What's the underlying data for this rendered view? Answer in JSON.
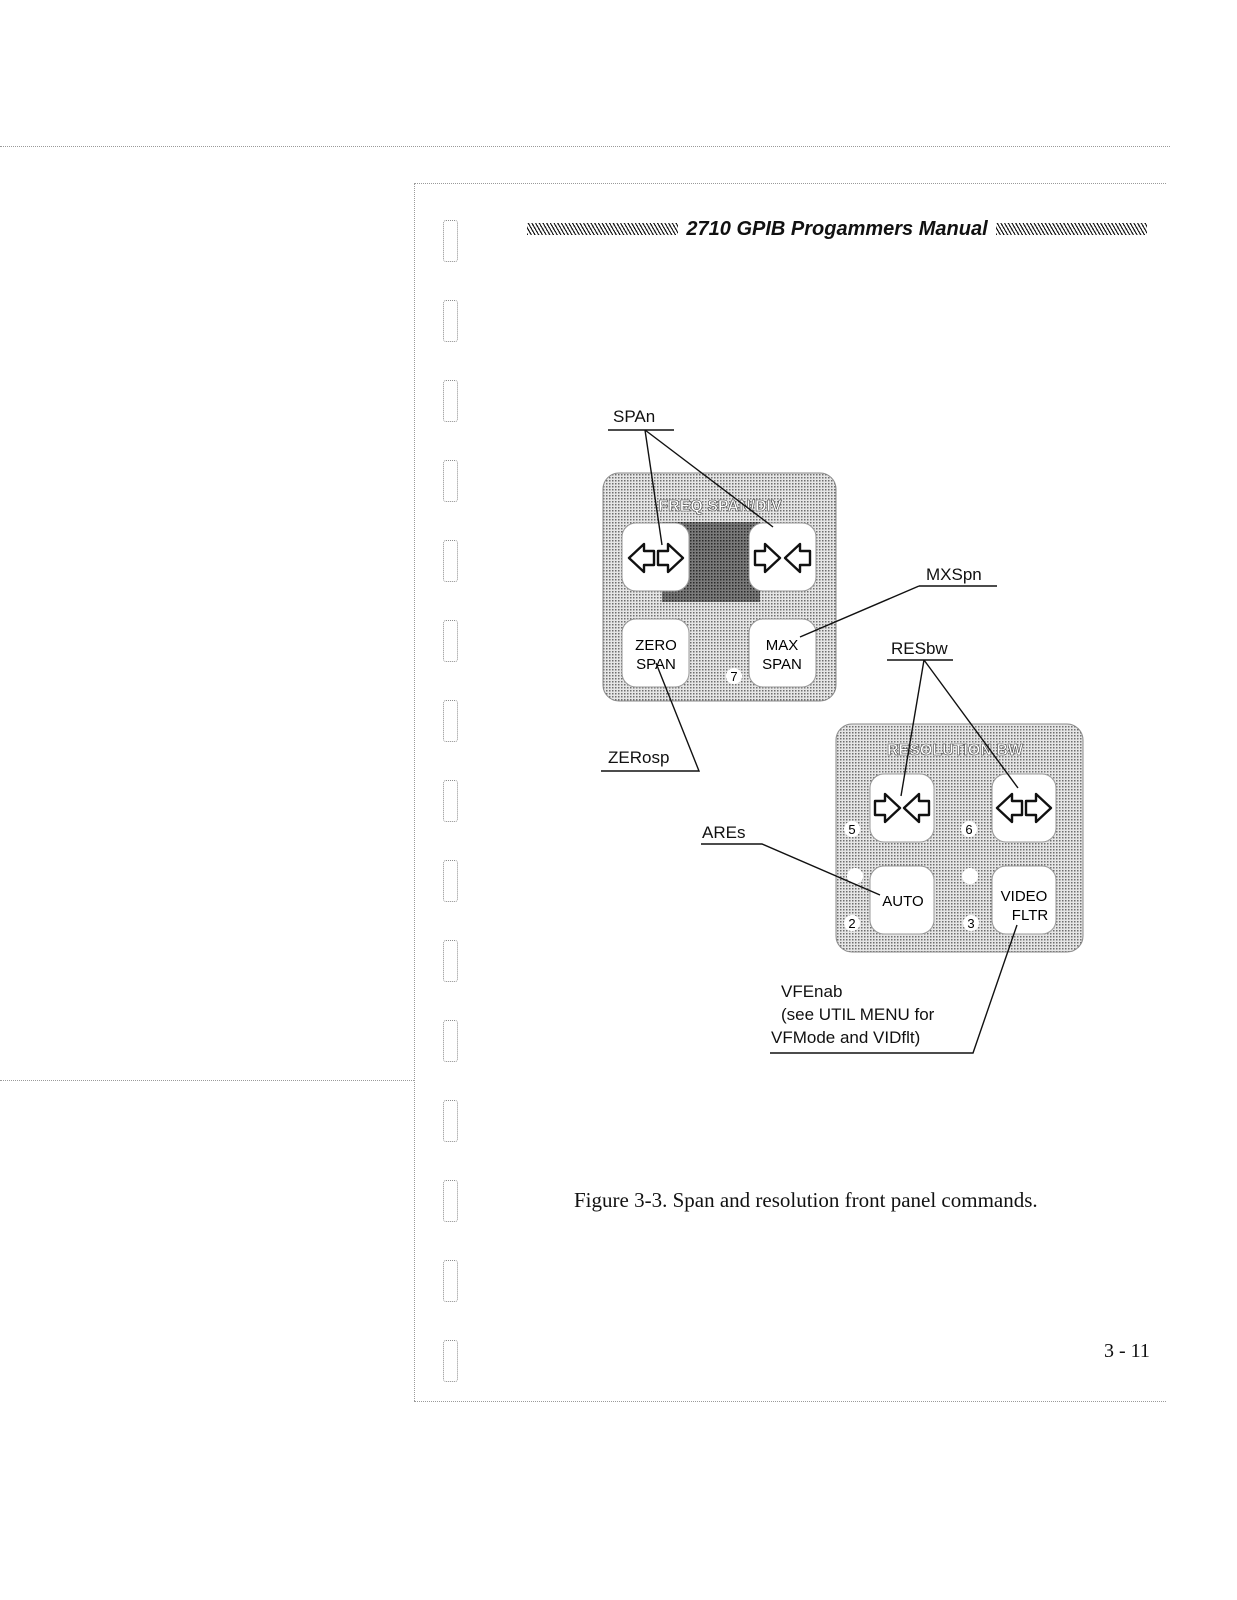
{
  "header": {
    "title": "2710 GPIB Progammers Manual"
  },
  "figure": {
    "panels": {
      "freq_span": {
        "title": "FREQ SPAN/DIV",
        "zero_span_label": [
          "ZERO",
          "SPAN"
        ],
        "max_span_label": [
          "MAX",
          "SPAN"
        ],
        "indicator_number": "7"
      },
      "resolution_bw": {
        "title": "RESOLUTION BW",
        "auto_label": "AUTO",
        "video_filter_label": [
          "VIDEO",
          "FLTR"
        ],
        "numbers": {
          "decrease": "5",
          "increase": "6",
          "auto": "2",
          "video": "3"
        }
      }
    },
    "callouts": {
      "span": "SPAn",
      "max_span": "MXSpn",
      "res_bw": "RESbw",
      "zero_span": "ZERosp",
      "auto_res": "AREs",
      "video_filter": [
        "VFEnab",
        "(see UTIL MENU for",
        "VFMode and VIDflt)"
      ]
    },
    "caption": "Figure 3-3. Span and resolution front panel commands."
  },
  "page_number": "3 - 11"
}
